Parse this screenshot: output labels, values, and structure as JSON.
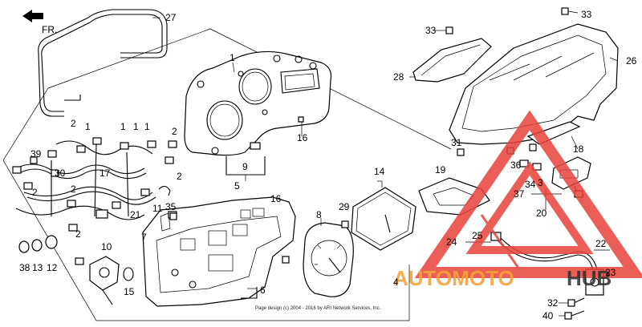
{
  "direction_label": "FR.",
  "copyright": "Page design (c) 2004 - 2016 by ARI Network Services, Inc.",
  "watermark": {
    "brand_part1": "AUTOMOTO",
    "brand_part2": "HUB",
    "color_red": "#e8413a",
    "color_orange": "#f4a23b",
    "color_dark": "#2c2c2c"
  },
  "callouts": [
    "1",
    "2",
    "3",
    "4",
    "5",
    "6",
    "7",
    "8",
    "9",
    "10",
    "11",
    "12",
    "13",
    "14",
    "15",
    "16",
    "17",
    "18",
    "19",
    "20",
    "21",
    "22",
    "23",
    "24",
    "25",
    "26",
    "27",
    "28",
    "29",
    "30",
    "31",
    "32",
    "33",
    "34",
    "35",
    "36",
    "37",
    "38",
    "39",
    "40"
  ]
}
